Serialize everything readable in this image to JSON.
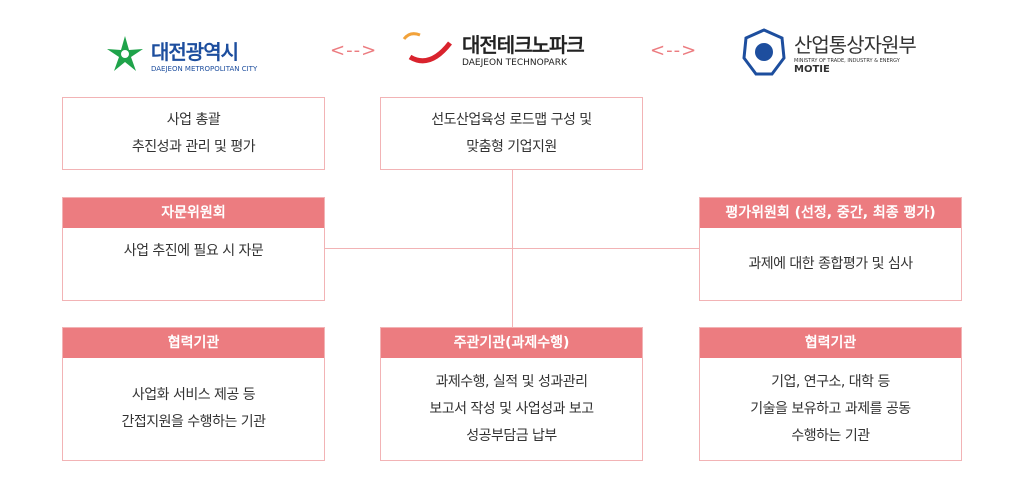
{
  "logos": {
    "daejeon": {
      "kr": "대전광역시",
      "en": "DAEJEON METROPOLITAN CITY"
    },
    "technopark": {
      "kr": "대전테크노파크",
      "en": "DAEJEON TECHNOPARK"
    },
    "motie": {
      "kr": "산업통상자원부",
      "en": "MINISTRY OF TRADE, INDUSTRY & ENERGY",
      "abbr": "MOTIE"
    }
  },
  "arrow": "<-->",
  "boxes": {
    "daejeon_role": {
      "lines": [
        "사업 총괄",
        "추진성과 관리 및 평가"
      ]
    },
    "technopark_role": {
      "lines": [
        "선도산업육성 로드맵 구성 및",
        "맞춤형 기업지원"
      ]
    },
    "advisory": {
      "title": "자문위원회",
      "lines": [
        "사업 추진에 필요 시 자문"
      ]
    },
    "evaluation": {
      "title": "평가위원회 (선정, 중간, 최종 평가)",
      "lines": [
        "과제에 대한 종합평가 및 심사"
      ]
    },
    "partner_left": {
      "title": "협력기관",
      "lines": [
        "사업화 서비스 제공 등",
        "간접지원을 수행하는 기관"
      ]
    },
    "lead": {
      "title": "주관기관(과제수행)",
      "lines": [
        "과제수행, 실적 및 성과관리",
        "보고서 작성 및 사업성과 보고",
        "성공부담금 납부"
      ]
    },
    "partner_right": {
      "title": "협력기관",
      "lines": [
        "기업, 연구소, 대학 등",
        "기술을 보유하고 과제를 공동",
        "수행하는 기관"
      ]
    }
  }
}
